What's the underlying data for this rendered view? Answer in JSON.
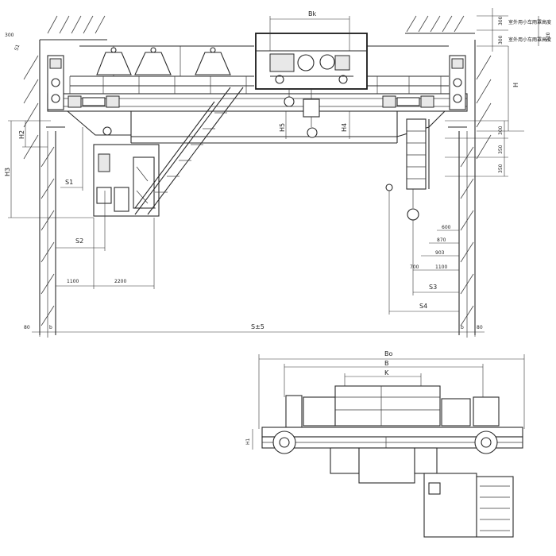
{
  "labels": {
    "bk": "Bk",
    "s1": "S1",
    "s2": "S2",
    "s3": "S3",
    "s4": "S4",
    "h": "H",
    "h1": "H1",
    "h2": "H2",
    "h3": "H3",
    "h4": "H4",
    "h5": "H5",
    "s_pm5": "S±5",
    "b": "b",
    "bo": "Bo",
    "b_upper": "B",
    "k": "K"
  },
  "dimensions": {
    "top_300_left": "300",
    "top_300_right": "300",
    "top_300_right2": "300",
    "top_720": "720",
    "right_300": "300",
    "right_350a": "350",
    "right_350b": "350",
    "right_600": "600",
    "right_870": "870",
    "right_903": "903",
    "right_700": "700",
    "right_1100": "1100",
    "left_1100": "1100",
    "left_2200": "2200",
    "left_80": "80",
    "right_80": "80"
  },
  "notes": {
    "note1": "室外用小车雨罩高度",
    "note2": "室外用小车雨罩高度"
  }
}
